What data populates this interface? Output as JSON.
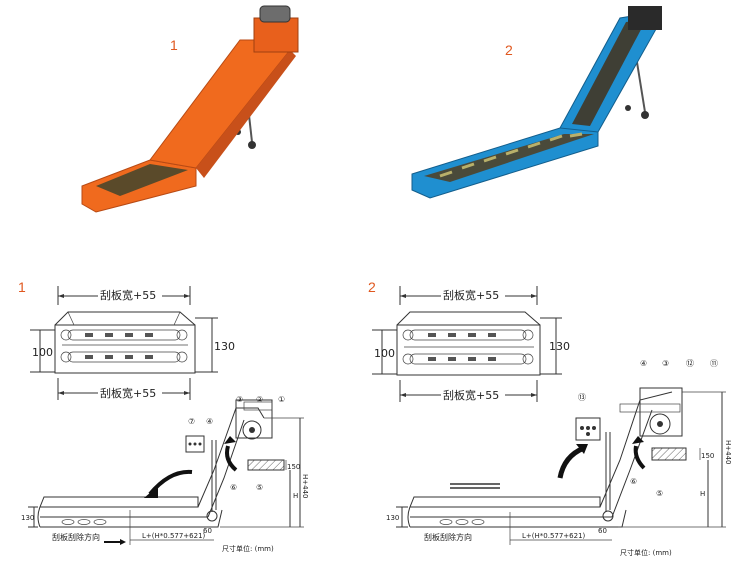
{
  "photos": [
    {
      "label": "1",
      "color": "#f06a1e",
      "shade": "#c8501a"
    },
    {
      "label": "2",
      "color": "#1f8fd0",
      "shade": "#166a9e"
    }
  ],
  "drawings": [
    {
      "label": "1",
      "width_top": "刮板宽+55",
      "width_bottom": "刮板宽+55",
      "dim_100": "100",
      "dim_130": "130",
      "dim_130_low": "130",
      "dim_150": "150",
      "dim_h": "H",
      "dim_h440": "H+440",
      "dim_60": "60",
      "formula": "L+(H*0.577+621)",
      "direction": "刮板刮除方向",
      "unit": "尺寸单位: (mm)",
      "callouts": [
        "③",
        "②",
        "①",
        "④",
        "⑤",
        "⑥",
        "⑦"
      ]
    },
    {
      "label": "2",
      "width_top": "刮板宽+55",
      "width_bottom": "刮板宽+55",
      "dim_100": "100",
      "dim_130": "130",
      "dim_130_low": "130",
      "dim_150": "150",
      "dim_h": "H",
      "dim_h440": "H+440",
      "dim_60": "60",
      "formula": "L+(H*0.577+621)",
      "direction": "刮板刮除方向",
      "unit": "尺寸单位: (mm)",
      "callouts": [
        "④",
        "③",
        "⑫",
        "⑪",
        "⑬",
        "⑥",
        "⑤"
      ]
    }
  ]
}
